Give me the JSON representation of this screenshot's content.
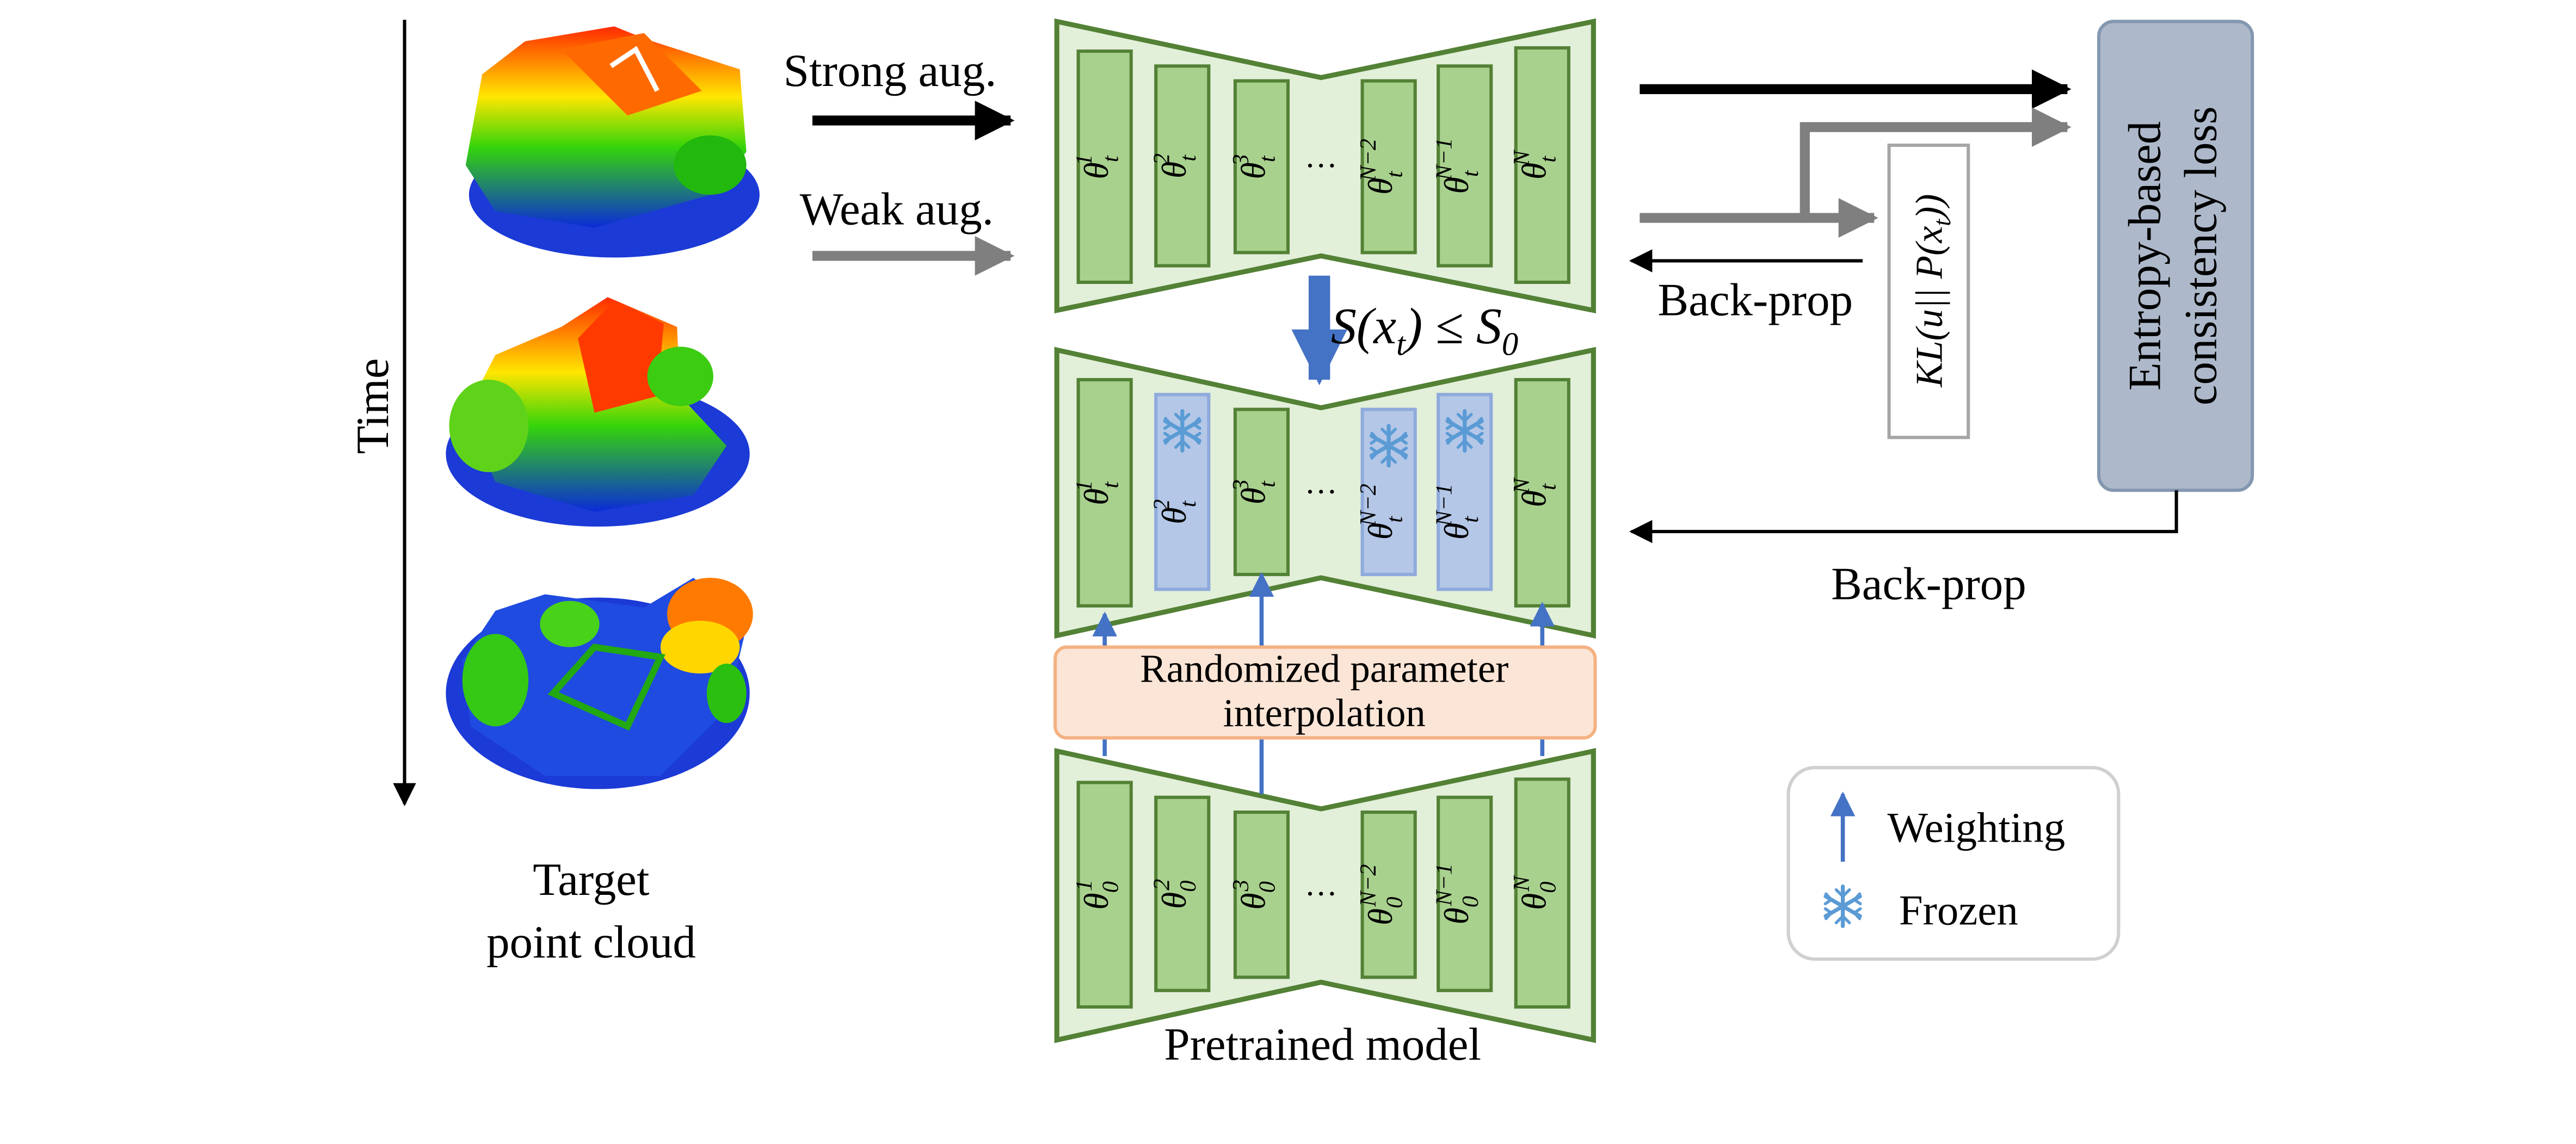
{
  "time_label": "Time",
  "target": {
    "line1": "Target",
    "line2": "point cloud"
  },
  "aug": {
    "strong": "Strong aug.",
    "weak": "Weak aug."
  },
  "score_condition": "S(x_t) ≤ S_0",
  "kl_label": "KL(u|| P(x_t))",
  "loss_box": {
    "line1": "Entropy-based",
    "line2": "consistency loss"
  },
  "backprop": {
    "upper": "Back-prop",
    "lower": "Back-prop"
  },
  "interp_box": {
    "line1": "Randomized parameter",
    "line2": "interpolation"
  },
  "pretrained_label": "Pretrained model",
  "dots": "···",
  "top_layers": [
    {
      "sup": "1",
      "sub": "t"
    },
    {
      "sup": "2",
      "sub": "t"
    },
    {
      "sup": "3",
      "sub": "t"
    },
    {
      "sup": "N−2",
      "sub": "t"
    },
    {
      "sup": "N−1",
      "sub": "t"
    },
    {
      "sup": "N",
      "sub": "t"
    }
  ],
  "mid_layers": [
    {
      "sup": "1",
      "sub": "t",
      "frozen": false
    },
    {
      "sup": "2",
      "sub": "t",
      "frozen": true
    },
    {
      "sup": "3",
      "sub": "t",
      "frozen": false
    },
    {
      "sup": "N−2",
      "sub": "t",
      "frozen": true
    },
    {
      "sup": "N−1",
      "sub": "t",
      "frozen": true
    },
    {
      "sup": "N",
      "sub": "t",
      "frozen": false
    }
  ],
  "bottom_layers": [
    {
      "sup": "1",
      "sub": "0"
    },
    {
      "sup": "2",
      "sub": "0"
    },
    {
      "sup": "3",
      "sub": "0"
    },
    {
      "sup": "N−2",
      "sub": "0"
    },
    {
      "sup": "N−1",
      "sub": "0"
    },
    {
      "sup": "N",
      "sub": "0"
    }
  ],
  "legend": {
    "weighting": "Weighting",
    "frozen": "Frozen"
  },
  "colors": {
    "net_fill": "#e2efd9",
    "net_stroke": "#538135",
    "layer_fill": "#a9d18e",
    "layer_stroke": "#538135",
    "frozen_fill": "#b4c7e7",
    "frozen_stroke": "#8faadc",
    "blue_arrow": "#4472c4",
    "gray_arrow": "#7f7f7f",
    "loss_fill": "#adb9ca",
    "loss_stroke": "#8497b0",
    "interp_fill": "#fbe5d6",
    "interp_stroke": "#f4b183",
    "snow": "#5b9bd5"
  }
}
